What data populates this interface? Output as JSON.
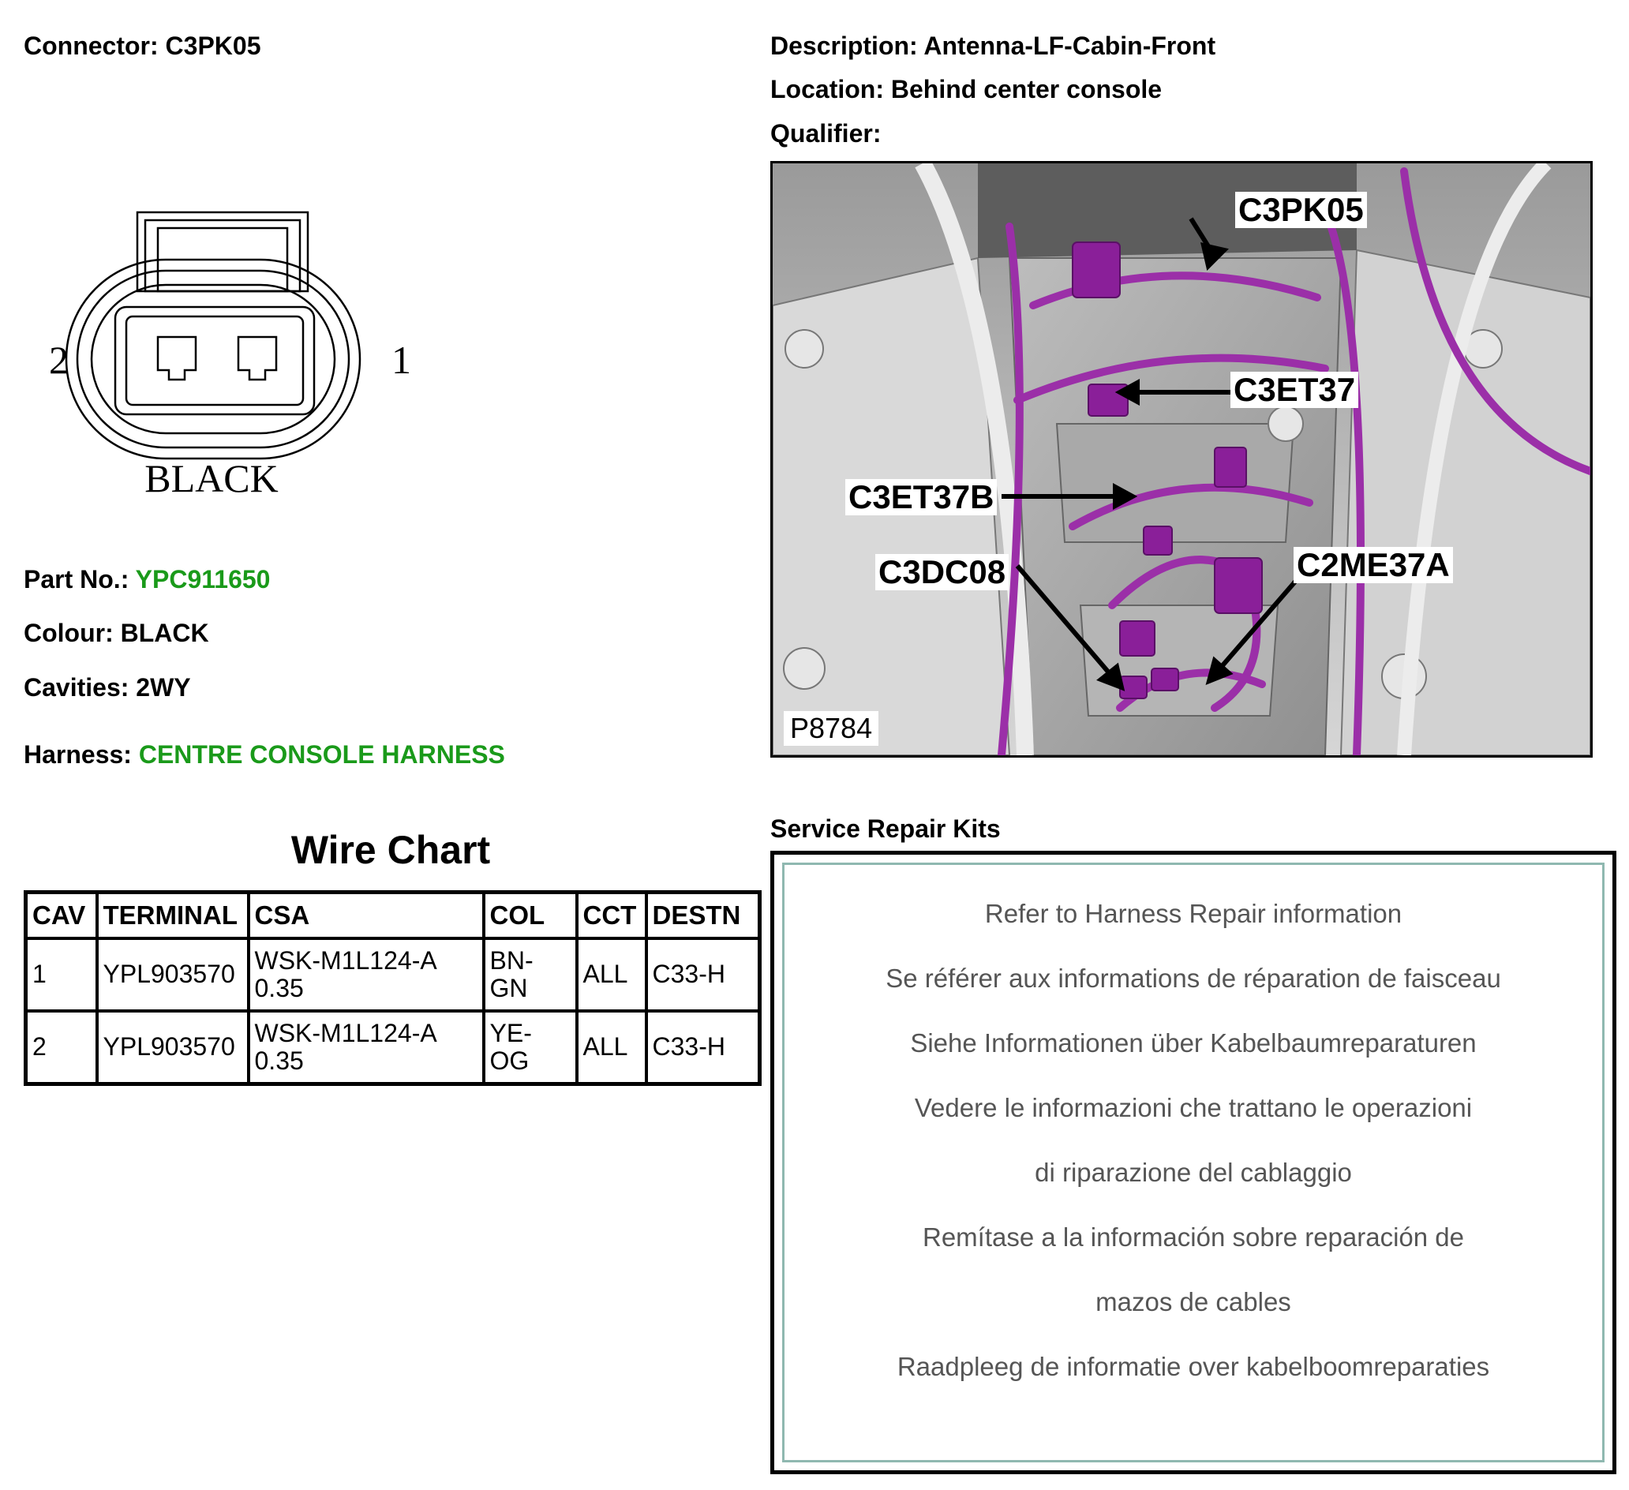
{
  "connector": {
    "label": "Connector:",
    "value": "C3PK05"
  },
  "description": {
    "label": "Description:",
    "value": "Antenna-LF-Cabin-Front"
  },
  "location": {
    "label": "Location:",
    "value": "Behind center console"
  },
  "qualifier": {
    "label": "Qualifier:",
    "value": ""
  },
  "drawing": {
    "pin_left": "2",
    "pin_right": "1",
    "color_text": "BLACK"
  },
  "part_no": {
    "label": "Part No.:",
    "value": "YPC911650"
  },
  "colour": {
    "label": "Colour:",
    "value": "BLACK"
  },
  "cavities": {
    "label": "Cavities:",
    "value": "2WY"
  },
  "harness": {
    "label": "Harness:",
    "value": "CENTRE CONSOLE HARNESS"
  },
  "wire_chart": {
    "title": "Wire Chart",
    "headers": [
      "CAV",
      "TERMINAL",
      "CSA",
      "COL",
      "CCT",
      "DESTN"
    ],
    "rows": [
      {
        "cav": "1",
        "terminal": "YPL903570",
        "csa_1": "WSK-M1L124-A",
        "csa_2": "0.35",
        "col_1": "BN-",
        "col_2": "GN",
        "cct": "ALL",
        "destn": "C33-H"
      },
      {
        "cav": "2",
        "terminal": "YPL903570",
        "csa_1": "WSK-M1L124-A",
        "csa_2": "0.35",
        "col_1": "YE-",
        "col_2": "OG",
        "cct": "ALL",
        "destn": "C33-H"
      }
    ]
  },
  "photo": {
    "ref": "P8784",
    "callouts": [
      "C3PK05",
      "C3ET37",
      "C3ET37B",
      "C3DC08",
      "C2ME37A"
    ]
  },
  "service_repair": {
    "title": "Service Repair Kits",
    "lines": [
      "Refer to Harness Repair information",
      "Se référer aux informations de réparation de faisceau",
      "Siehe Informationen über Kabelbaumreparaturen",
      "Vedere le informazioni che trattano le operazioni",
      "di riparazione del cablaggio",
      "Remítase a la información sobre reparación de",
      "mazos de cables",
      "Raadpleeg de informatie over kabelboomreparaties"
    ]
  },
  "colors": {
    "green_link": "#1a9a1a",
    "harness_purple": "#9b2fa8",
    "kit_border": "#8fb8b0"
  }
}
